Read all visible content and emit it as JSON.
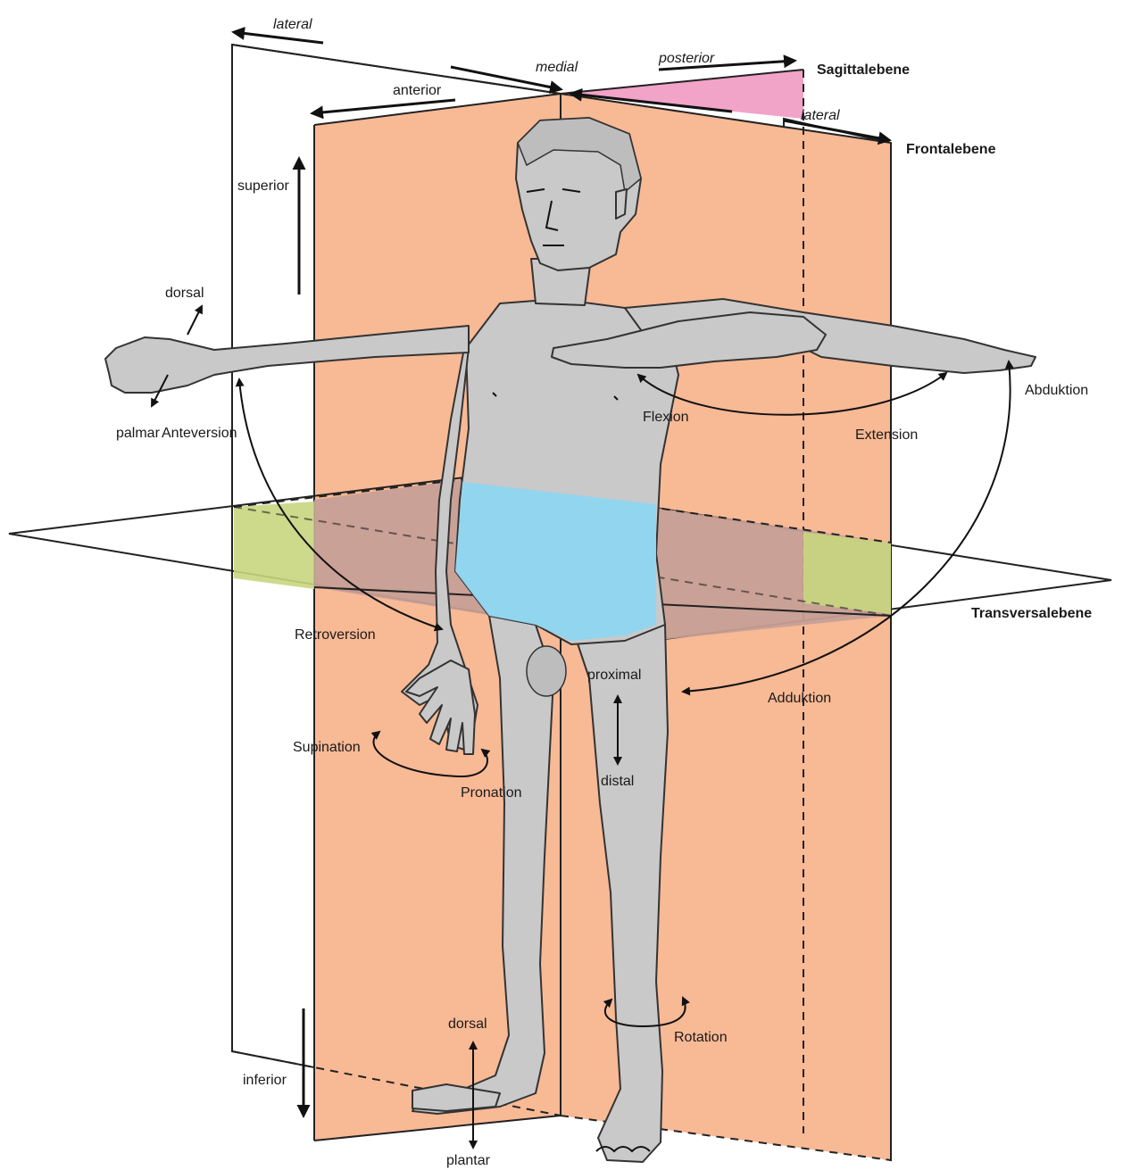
{
  "colors": {
    "sagittal_plane": "#fbf3a4",
    "frontal_plane": "#f8b995",
    "transverse_plane": "#bde8f8",
    "transverse_on_body": "#8fd6f0",
    "inferior_corner": "#f2a3c8",
    "body": "#c9c9c9",
    "outline": "#222222"
  },
  "planes": {
    "sagittal": "Sagittalebene",
    "frontal": "Frontalebene",
    "transverse": "Transversalebene"
  },
  "directions": {
    "lateral_top": "lateral",
    "medial": "medial",
    "posterior": "posterior",
    "anterior": "anterior",
    "lateral_right": "lateral",
    "superior": "superior",
    "inferior": "inferior",
    "dorsal_hand": "dorsal",
    "palmar": "palmar",
    "proximal": "proximal",
    "distal": "distal",
    "dorsal_foot": "dorsal",
    "plantar": "plantar"
  },
  "movements": {
    "anteversion": "Anteversion",
    "retroversion": "Retroversion",
    "flexion": "Flexion",
    "extension": "Extension",
    "abduktion": "Abduktion",
    "adduktion": "Adduktion",
    "supination": "Supination",
    "pronation": "Pronation",
    "rotation": "Rotation"
  }
}
